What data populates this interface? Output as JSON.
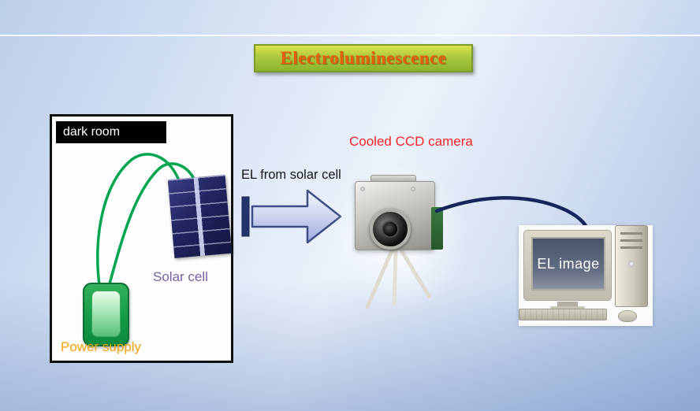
{
  "slide": {
    "title": "Electroluminescence"
  },
  "dark_room": {
    "label": "dark room",
    "solar_cell_label": "Solar cell",
    "power_supply_label": "Power supply"
  },
  "flow": {
    "arrow_label": "EL from solar cell"
  },
  "camera": {
    "label": "Cooled CCD camera"
  },
  "computer": {
    "screen_text": "EL image"
  },
  "colors": {
    "title_text": "#e55f0e",
    "title_box_top": "#dde24f",
    "title_box_bottom": "#8cb32f",
    "camera_label": "#fb2525",
    "solar_cell_label": "#7a5fa0",
    "power_supply_label": "#f2ab1e",
    "wire_green": "#00a550",
    "cable_navy": "#16265c",
    "arrow_fill_light": "#f0f3fc",
    "arrow_fill_dark": "#a9b4dd",
    "arrow_stroke": "#3e4e85",
    "background_blue": "#bccfea"
  }
}
